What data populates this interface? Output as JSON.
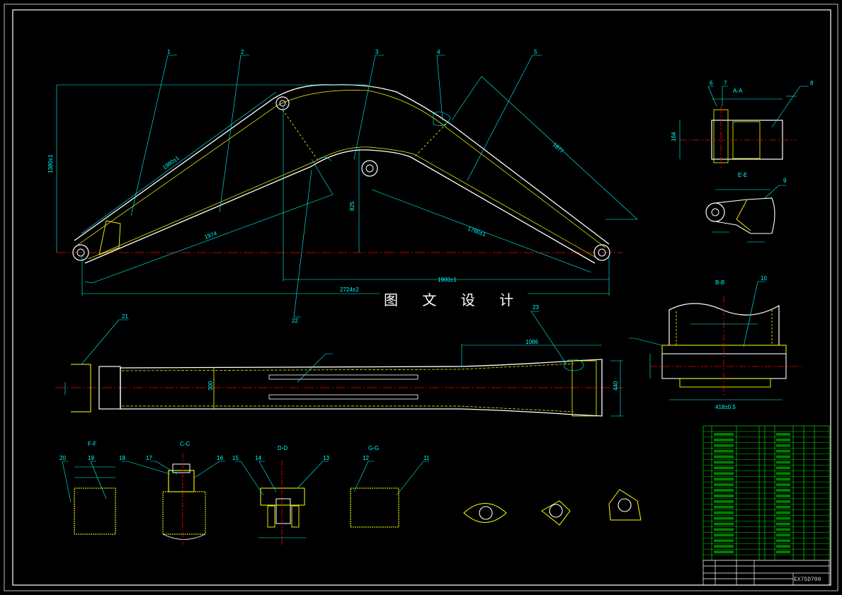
{
  "drawing": {
    "watermark": "图 文 设 计",
    "sheet_number": "EX75D700"
  },
  "balloons": [
    "1",
    "2",
    "3",
    "4",
    "5",
    "6",
    "7",
    "8",
    "9",
    "10",
    "11",
    "12",
    "13",
    "14",
    "15",
    "16",
    "17",
    "18",
    "19",
    "20",
    "21",
    "22",
    "23"
  ],
  "colors": {
    "background": "#000000",
    "outline": "#ffffff",
    "dimension": "#00ffff",
    "centerline": "#ff0000",
    "weld": "#ffff00",
    "hidden": "#ff00ff",
    "table": "#00ff00"
  }
}
